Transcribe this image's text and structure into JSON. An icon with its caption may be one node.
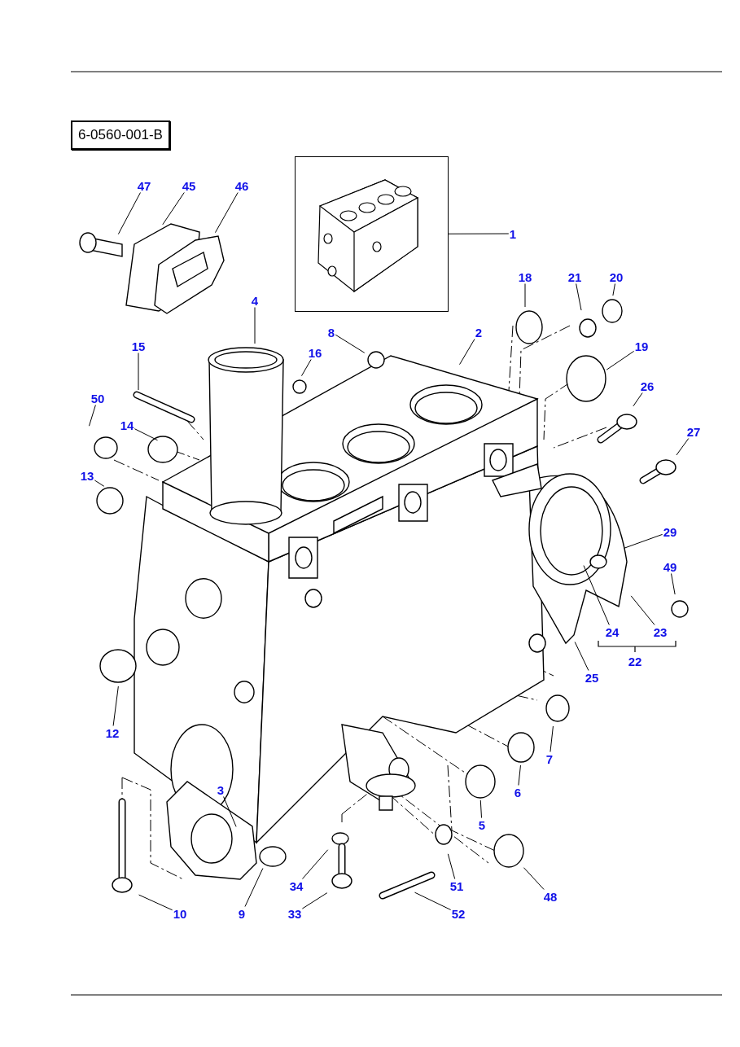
{
  "diagram": {
    "nodes": [
      {
        "text": [
          "6-0560-001-B"
        ]
      },
      {
        "text": [],
        "shape": "picture"
      },
      {
        "text": [
          "47"
        ]
      },
      {
        "text": [
          "45"
        ]
      },
      {
        "text": [
          "46"
        ]
      },
      {
        "text": [
          "1"
        ]
      },
      {
        "text": [
          "18"
        ]
      },
      {
        "text": [
          "21"
        ]
      },
      {
        "text": [
          "20"
        ]
      },
      {
        "text": [
          "4"
        ]
      },
      {
        "text": [
          "8"
        ]
      },
      {
        "text": [
          "2"
        ]
      },
      {
        "text": [
          "16"
        ]
      },
      {
        "text": [
          "15"
        ]
      },
      {
        "text": [
          "19"
        ]
      },
      {
        "text": [
          "50"
        ]
      },
      {
        "text": [
          "14"
        ]
      },
      {
        "text": [
          "26"
        ]
      },
      {
        "text": [
          "27"
        ]
      },
      {
        "text": [
          "13"
        ]
      },
      {
        "text": [
          "29"
        ]
      },
      {
        "text": [
          "49"
        ]
      },
      {
        "text": [
          "24"
        ]
      },
      {
        "text": [
          "23"
        ]
      },
      {
        "text": [
          "22"
        ]
      },
      {
        "text": [
          "25"
        ]
      },
      {
        "text": [
          "12"
        ]
      },
      {
        "text": [
          "7"
        ]
      },
      {
        "text": [
          "6"
        ]
      },
      {
        "text": [
          "5"
        ]
      },
      {
        "text": [
          "3"
        ]
      },
      {
        "text": [
          "34"
        ]
      },
      {
        "text": [
          "51"
        ]
      },
      {
        "text": [
          "48"
        ]
      },
      {
        "text": [
          "10"
        ]
      },
      {
        "text": [
          "9"
        ]
      },
      {
        "text": [
          "33"
        ]
      },
      {
        "text": [
          "52"
        ]
      }
    ],
    "edges": [
      {
        "from": 2,
        "to": null,
        "arrow": "none"
      },
      {
        "from": 3,
        "to": null,
        "arrow": "none"
      },
      {
        "from": 4,
        "to": null,
        "arrow": "none"
      },
      {
        "from": 5,
        "to": 1,
        "arrow": "none"
      },
      {
        "from": 6,
        "to": null,
        "arrow": "none"
      },
      {
        "from": 7,
        "to": null,
        "arrow": "none"
      },
      {
        "from": 8,
        "to": null,
        "arrow": "none"
      },
      {
        "from": 9,
        "to": null,
        "arrow": "none"
      },
      {
        "from": 10,
        "to": null,
        "arrow": "none"
      },
      {
        "from": 11,
        "to": null,
        "arrow": "none"
      },
      {
        "from": 12,
        "to": null,
        "arrow": "none"
      },
      {
        "from": 13,
        "to": null,
        "arrow": "none"
      },
      {
        "from": 14,
        "to": null,
        "arrow": "none"
      },
      {
        "from": 15,
        "to": null,
        "arrow": "none"
      },
      {
        "from": 16,
        "to": null,
        "arrow": "none"
      },
      {
        "from": 17,
        "to": null,
        "arrow": "none"
      },
      {
        "from": 18,
        "to": null,
        "arrow": "none"
      },
      {
        "from": 19,
        "to": null,
        "arrow": "none"
      },
      {
        "from": 20,
        "to": null,
        "arrow": "none"
      },
      {
        "from": 21,
        "to": null,
        "arrow": "none"
      },
      {
        "from": 22,
        "to": null,
        "arrow": "none"
      },
      {
        "from": 23,
        "to": null,
        "arrow": "none"
      },
      {
        "from": 25,
        "to": null,
        "arrow": "none"
      },
      {
        "from": 26,
        "to": null,
        "arrow": "none"
      },
      {
        "from": 27,
        "to": null,
        "arrow": "none"
      },
      {
        "from": 28,
        "to": null,
        "arrow": "none"
      },
      {
        "from": 29,
        "to": null,
        "arrow": "none"
      },
      {
        "from": 30,
        "to": null,
        "arrow": "none"
      },
      {
        "from": 31,
        "to": null,
        "arrow": "none"
      },
      {
        "from": 32,
        "to": null,
        "arrow": "none"
      },
      {
        "from": 33,
        "to": null,
        "arrow": "none"
      },
      {
        "from": 34,
        "to": null,
        "arrow": "none"
      },
      {
        "from": 35,
        "to": null,
        "arrow": "none"
      },
      {
        "from": 36,
        "to": null,
        "arrow": "none"
      },
      {
        "from": 37,
        "to": null,
        "arrow": "none"
      }
    ]
  }
}
